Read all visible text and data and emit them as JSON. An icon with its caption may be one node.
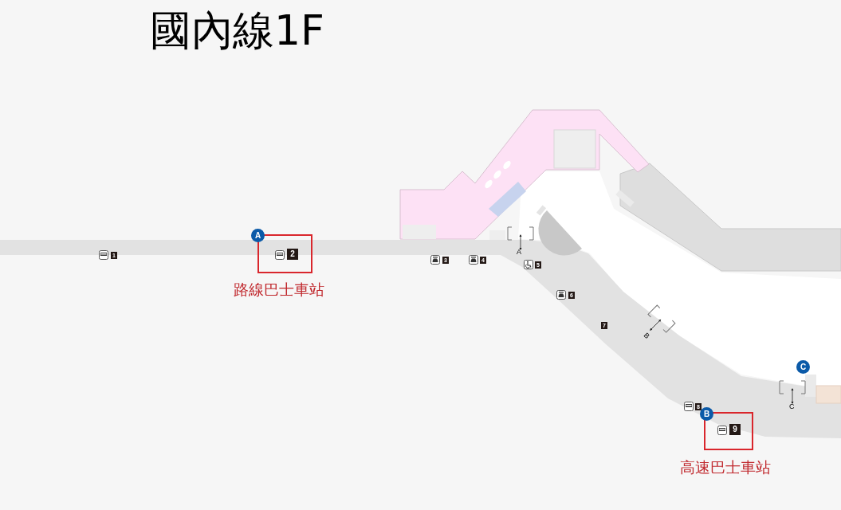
{
  "diagram": {
    "title": "國內線1F",
    "nodes": [
      {
        "text": [
          "2"
        ],
        "beside": [
          "路線巴士車站"
        ]
      },
      {
        "text": [
          "9"
        ],
        "beside": [
          "高速巴士車站"
        ]
      }
    ],
    "labels": [
      "A",
      "1",
      "3",
      "4",
      "A",
      "5",
      "6",
      "7",
      "B",
      "C",
      "8",
      "B",
      "C"
    ]
  }
}
